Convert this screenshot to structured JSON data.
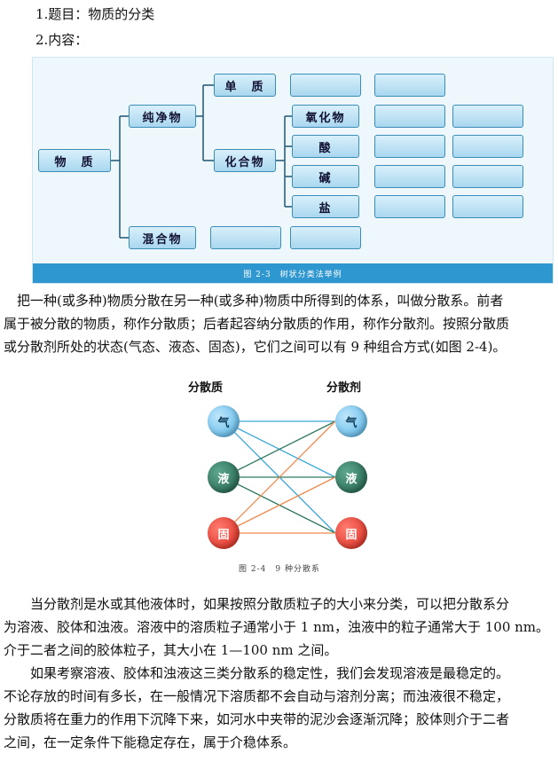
{
  "heading1": "1.题目：物质的分类",
  "heading2": "2.内容：",
  "figure23": {
    "root": "物　质",
    "pure": "纯净物",
    "mixture": "混合物",
    "element": "单　质",
    "compound": "化合物",
    "oxide": "氧化物",
    "acid": "酸",
    "base": "碱",
    "salt": "盐",
    "caption": "图 2-3　树状分类法举例"
  },
  "paragraph1": [
    "　把一种(或多种)物质分散在另一种(或多种)物质中所得到的体系，叫做分散系。前者",
    "属于被分散的物质，称作分散质；后者起容纳分散质的作用，称作分散剂。按照分散质",
    "或分散剂所处的状态(气态、液态、固态)，它们之间可以有 9 种组合方式(如图 2-4)。"
  ],
  "figure24": {
    "left_title": "分散质",
    "right_title": "分散剂",
    "gas": "气",
    "liquid": "液",
    "solid": "固",
    "caption": "图 2-4　9 种分散系"
  },
  "paragraph2": [
    "　　当分散剂是水或其他液体时，如果按照分散质粒子的大小来分类，可以把分散系分",
    "为溶液、胶体和浊液。溶液中的溶质粒子通常小于 1 nm，浊液中的粒子通常大于 100 nm。",
    "介于二者之间的胶体粒子，其大小在 1—100 nm 之间。",
    "　　如果考察溶液、胶体和浊液这三类分散系的稳定性，我们会发现溶液是最稳定的。",
    "不论存放的时间有多长，在一般情况下溶质都不会自动与溶剂分离；而浊液很不稳定，",
    "分散质将在重力的作用下沉降下来，如河水中夹带的泥沙会逐渐沉降；胶体则介于二者",
    "之间，在一定条件下能稳定存在，属于介稳体系。"
  ],
  "colors": {
    "gas": "#4fb3e8",
    "liquid": "#1e5d47",
    "solid": "#d8281b",
    "band": "#2f97cf"
  }
}
